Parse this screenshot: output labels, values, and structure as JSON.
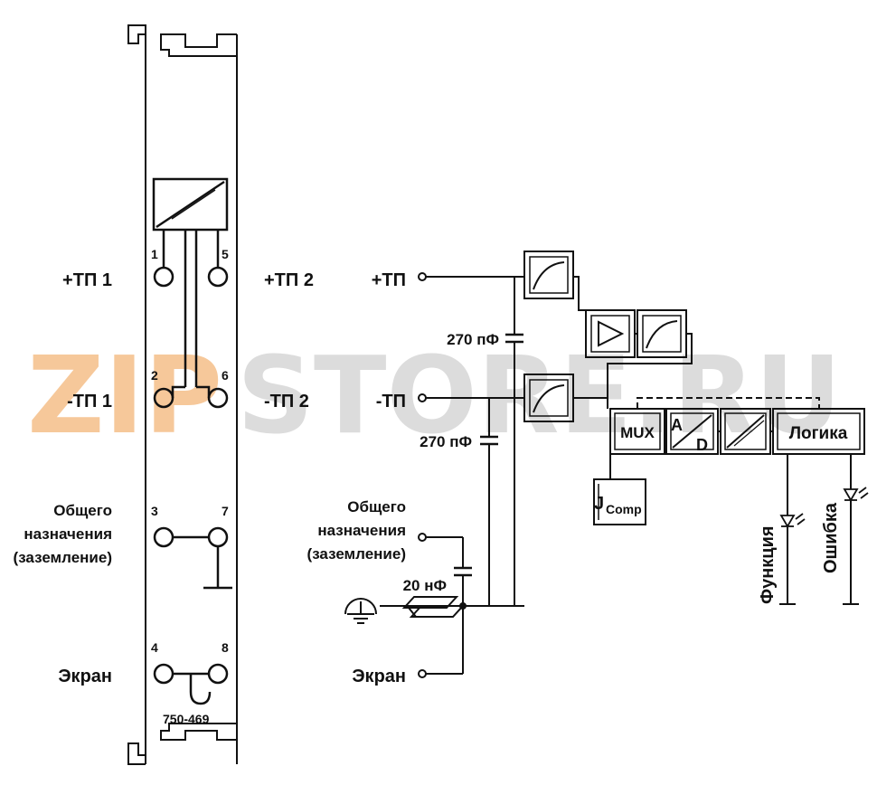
{
  "watermark": {
    "part1": "ZIP",
    "part2": "STORE.RU",
    "color1": "#f6c89a",
    "color2": "#dcdcdc"
  },
  "terminal_block": {
    "model": "750-469",
    "pins": {
      "p1": "1",
      "p2": "2",
      "p3": "3",
      "p4": "4",
      "p5": "5",
      "p6": "6",
      "p7": "7",
      "p8": "8"
    },
    "left_labels": {
      "tc1_plus": "+ТП 1",
      "tc1_minus": "-ТП 1",
      "general_1": "Общего",
      "general_2": "назначения",
      "general_3": "(заземление)",
      "shield": "Экран"
    },
    "mid_labels": {
      "tc2_plus": "+ТП 2",
      "tc2_minus": "-ТП 2"
    }
  },
  "circuit": {
    "input_plus": "+ТП",
    "input_minus": "-ТП",
    "general_1": "Общего",
    "general_2": "назначения",
    "general_3": "(заземление)",
    "shield": "Экран",
    "cap_top": "270 пФ",
    "cap_bottom": "270 пФ",
    "cap_ground": "20 нФ",
    "mux": "MUX",
    "adc_a": "A",
    "adc_d": "D",
    "logic": "Логика",
    "jcomp_j": "J",
    "jcomp_sub": "Comp",
    "led_function": "Функция",
    "led_error": "Ошибка"
  },
  "colors": {
    "line": "#111111",
    "background": "#ffffff"
  }
}
